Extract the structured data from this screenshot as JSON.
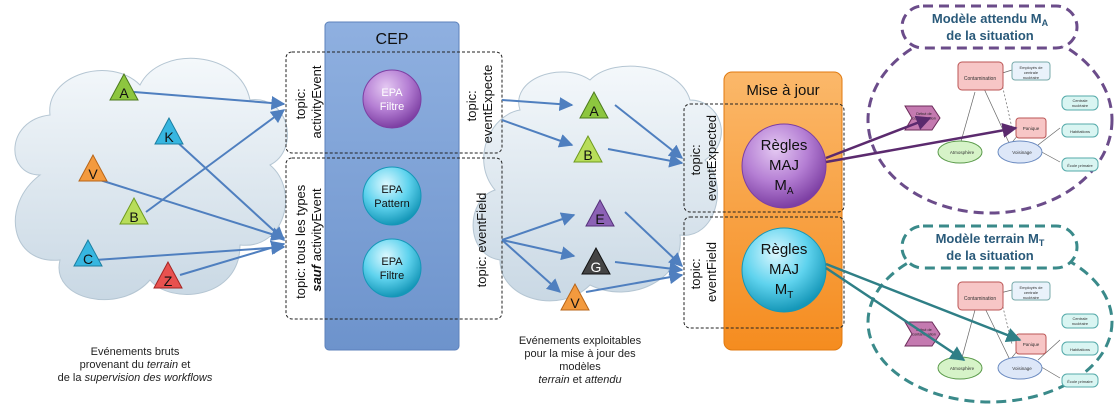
{
  "cep": {
    "title": "CEP",
    "epa_filter_1": [
      "EPA",
      "Filtre"
    ],
    "epa_pattern": [
      "EPA",
      "Pattern"
    ],
    "epa_filter_2": [
      "EPA",
      "Filtre"
    ]
  },
  "topics": {
    "activity_event": [
      "topic:",
      "activityEvent"
    ],
    "all_types_except": [
      "topic: tous les types",
      "sauf",
      " activityEvent"
    ],
    "event_expected_short": [
      "topic:",
      "eventExpecte"
    ],
    "event_field_mid": "topic: eventField",
    "event_expected_right": [
      "topic:",
      "eventExpected"
    ],
    "event_field_right": [
      "topic:",
      "eventField"
    ]
  },
  "update": {
    "title": "Mise à jour",
    "rules_a": [
      "Règles",
      "MAJ",
      "M",
      "A"
    ],
    "rules_t": [
      "Règles",
      "MAJ",
      "M",
      "T"
    ]
  },
  "raw_events": [
    "A",
    "K",
    "V",
    "B",
    "C",
    "Z"
  ],
  "exploitable_events": [
    "A",
    "B",
    "E",
    "G",
    "V"
  ],
  "models": {
    "expected_title": [
      "Modèle attendu M",
      "A",
      "de la situation"
    ],
    "field_title": [
      "Modèle terrain M",
      "T",
      "de la situation"
    ],
    "nodes": {
      "contamination": "Contamination",
      "employes": [
        "Employés de",
        "centrale",
        "nucléaire"
      ],
      "centrale": [
        "Centrale",
        "nucléaire"
      ],
      "panique": "Panique",
      "habitations": "Habitations",
      "ecole": "École primaire",
      "voisinage": "Voisinage",
      "atmosphere": "Atmosphère",
      "event_label": [
        "Début de",
        "contamination"
      ]
    }
  },
  "captions": {
    "left": {
      "line1": "Evénements bruts",
      "line2_pre": "provenant du ",
      "line2_em": "terrain",
      "line2_post": " et",
      "line3_pre": "de la ",
      "line3_em": "supervision des workflows"
    },
    "middle": {
      "line1": "Evénements exploitables",
      "line2": "pour la mise à jour des",
      "line3": "modèles",
      "line4_em1": "terrain",
      "line4_mid": " et ",
      "line4_em2": "attendu"
    }
  },
  "colors": {
    "cep_panel": "#7b9fd3",
    "update_panel": "#f7941d",
    "expected_border": "#6b4c8a",
    "field_border": "#3a8a8a",
    "arrow_blue": "#4f7fbf",
    "purple_arrow": "#5b2a6e",
    "teal_arrow": "#2f7f86"
  }
}
